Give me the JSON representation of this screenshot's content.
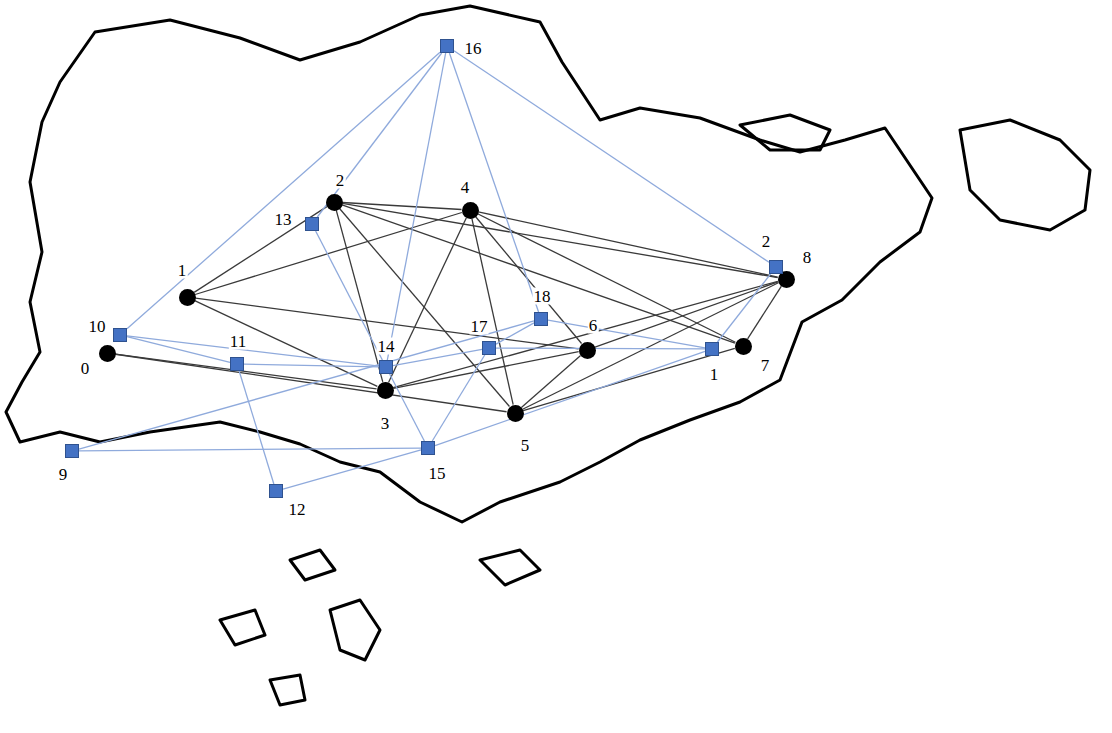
{
  "diagram": {
    "nodes": [
      {
        "text": [
          "0"
        ]
      },
      {
        "text": [
          "1"
        ]
      },
      {
        "text": [
          "2"
        ]
      },
      {
        "text": [
          "3"
        ]
      },
      {
        "text": [
          "4"
        ]
      },
      {
        "text": [
          "5"
        ]
      },
      {
        "text": [
          "6"
        ]
      },
      {
        "text": [
          "7"
        ]
      },
      {
        "text": [
          "8"
        ]
      },
      {
        "text": [
          "9"
        ]
      },
      {
        "text": [
          "10"
        ]
      },
      {
        "text": [
          "11"
        ]
      },
      {
        "text": [
          "12"
        ]
      },
      {
        "text": [
          "13"
        ]
      },
      {
        "text": [
          "14"
        ]
      },
      {
        "text": [
          "15"
        ]
      },
      {
        "text": [
          "16"
        ]
      },
      {
        "text": [
          "17"
        ]
      },
      {
        "text": [
          "18"
        ]
      },
      {
        "text": [
          "2"
        ]
      },
      {
        "text": [
          "1"
        ]
      }
    ],
    "edges": [
      {
        "from": 0,
        "to": 3,
        "arrow": "none"
      },
      {
        "from": 0,
        "to": 5,
        "arrow": "none"
      },
      {
        "from": 1,
        "to": 2,
        "arrow": "none"
      },
      {
        "from": 1,
        "to": 4,
        "arrow": "none"
      },
      {
        "from": 1,
        "to": 3,
        "arrow": "none"
      },
      {
        "from": 1,
        "to": 6,
        "arrow": "none"
      },
      {
        "from": 2,
        "to": 4,
        "arrow": "none"
      },
      {
        "from": 2,
        "to": 8,
        "arrow": "none"
      },
      {
        "from": 2,
        "to": 7,
        "arrow": "none"
      },
      {
        "from": 2,
        "to": 3,
        "arrow": "none"
      },
      {
        "from": 2,
        "to": 5,
        "arrow": "none"
      },
      {
        "from": 3,
        "to": 4,
        "arrow": "none"
      },
      {
        "from": 3,
        "to": 6,
        "arrow": "none"
      },
      {
        "from": 3,
        "to": 8,
        "arrow": "none"
      },
      {
        "from": 4,
        "to": 5,
        "arrow": "none"
      },
      {
        "from": 4,
        "to": 6,
        "arrow": "none"
      },
      {
        "from": 4,
        "to": 7,
        "arrow": "none"
      },
      {
        "from": 4,
        "to": 8,
        "arrow": "none"
      },
      {
        "from": 5,
        "to": 6,
        "arrow": "none"
      },
      {
        "from": 5,
        "to": 7,
        "arrow": "none"
      },
      {
        "from": 5,
        "to": 8,
        "arrow": "none"
      },
      {
        "from": 6,
        "to": 8,
        "arrow": "none"
      },
      {
        "from": 7,
        "to": 8,
        "arrow": "none"
      },
      {
        "from": 16,
        "to": 10,
        "arrow": "none"
      },
      {
        "from": 16,
        "to": 13,
        "arrow": "none"
      },
      {
        "from": 16,
        "to": 14,
        "arrow": "none"
      },
      {
        "from": 16,
        "to": 18,
        "arrow": "none"
      },
      {
        "from": 16,
        "to": 19,
        "arrow": "none"
      },
      {
        "from": 10,
        "to": 11,
        "arrow": "none"
      },
      {
        "from": 10,
        "to": 14,
        "arrow": "none"
      },
      {
        "from": 11,
        "to": 12,
        "arrow": "none"
      },
      {
        "from": 11,
        "to": 14,
        "arrow": "none"
      },
      {
        "from": 12,
        "to": 15,
        "arrow": "none"
      },
      {
        "from": 9,
        "to": 15,
        "arrow": "none"
      },
      {
        "from": 9,
        "to": 18,
        "arrow": "none"
      },
      {
        "from": 13,
        "to": 14,
        "arrow": "none"
      },
      {
        "from": 14,
        "to": 17,
        "arrow": "none"
      },
      {
        "from": 14,
        "to": 15,
        "arrow": "none"
      },
      {
        "from": 15,
        "to": 17,
        "arrow": "none"
      },
      {
        "from": 17,
        "to": 18,
        "arrow": "none"
      },
      {
        "from": 17,
        "to": 20,
        "arrow": "none"
      },
      {
        "from": 18,
        "to": 20,
        "arrow": "none"
      },
      {
        "from": 15,
        "to": 20,
        "arrow": "none"
      },
      {
        "from": 19,
        "to": 20,
        "arrow": "none"
      }
    ]
  }
}
